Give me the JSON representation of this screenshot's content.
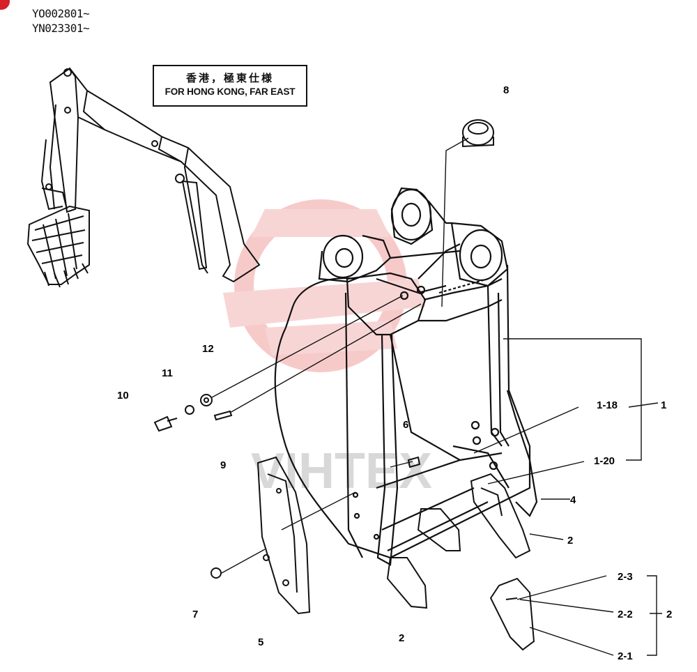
{
  "serials": [
    "YO002801~",
    "YN023301~"
  ],
  "spec_box": {
    "chinese": "香港，極東仕様",
    "english": "FOR HONG KONG, FAR EAST"
  },
  "watermark": {
    "text": "VIHTEX",
    "color": "#f2a0a0"
  },
  "colors": {
    "line": "#111111",
    "accent": "#d6202a"
  },
  "callouts": [
    {
      "id": "8",
      "label": "8"
    },
    {
      "id": "12",
      "label": "12"
    },
    {
      "id": "11",
      "label": "11"
    },
    {
      "id": "10",
      "label": "10"
    },
    {
      "id": "9",
      "label": "9"
    },
    {
      "id": "6",
      "label": "6"
    },
    {
      "id": "1-18",
      "label": "1-18"
    },
    {
      "id": "1",
      "label": "1"
    },
    {
      "id": "1-20",
      "label": "1-20"
    },
    {
      "id": "4",
      "label": "4"
    },
    {
      "id": "2a",
      "label": "2"
    },
    {
      "id": "2b",
      "label": "2"
    },
    {
      "id": "7",
      "label": "7"
    },
    {
      "id": "5",
      "label": "5"
    },
    {
      "id": "2-3",
      "label": "2-3"
    },
    {
      "id": "2-2",
      "label": "2-2"
    },
    {
      "id": "2c",
      "label": "2"
    },
    {
      "id": "2-1",
      "label": "2-1"
    }
  ]
}
